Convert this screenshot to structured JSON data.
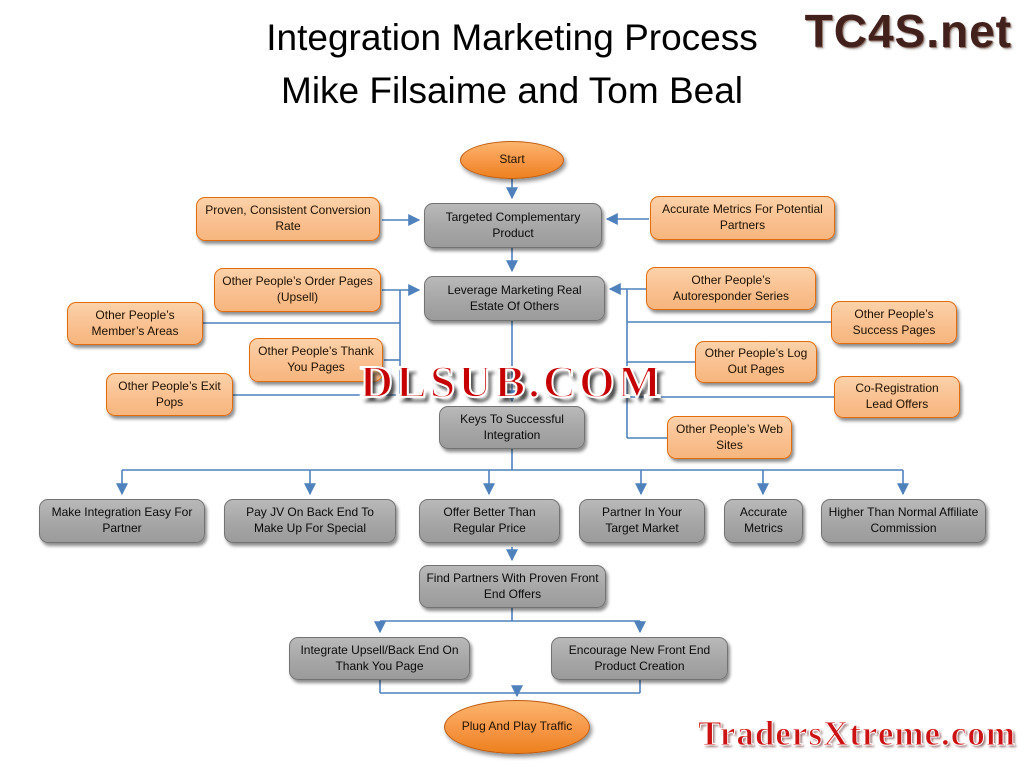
{
  "title": {
    "line1": "Integration Marketing Process",
    "line2": "Mike Filsaime and Tom Beal"
  },
  "watermarks": {
    "top_right": "TC4S.net",
    "center": "DLSUB.COM",
    "bottom_right": "TradersXtreme.com"
  },
  "colors": {
    "orange_fill": "#FAC090",
    "orange_border": "#E36C0A",
    "gray_fill": "#A6A6A6",
    "gray_border": "#737373",
    "terminal_fill": "#F79646",
    "connector": "#4F81BD",
    "watermark_red": "#C60000",
    "background": "#FFFFFF"
  },
  "nodes": {
    "start": "Start",
    "proven": "Proven, Consistent Conversion Rate",
    "targeted": "Targeted Complementary Product",
    "accurate_metrics_partners": "Accurate Metrics For Potential Partners",
    "order_pages": "Other People’s Order Pages (Upsell)",
    "leverage": "Leverage Marketing Real Estate Of Others",
    "autoresponder": "Other People’s Autoresponder Series",
    "members_areas": "Other People’s Member’s Areas",
    "success_pages": "Other People’s Success Pages",
    "thank_you_pages": "Other People’s Thank You Pages",
    "log_out_pages": "Other People’s Log Out Pages",
    "exit_pops": "Other People’s Exit Pops",
    "co_registration": "Co-Registration Lead Offers",
    "keys": "Keys To Successful Integration",
    "web_sites": "Other People’s Web Sites",
    "make_easy": "Make Integration Easy For Partner",
    "pay_jv": "Pay JV On Back End To Make Up For Special",
    "offer_better": "Offer Better Than Regular Price",
    "partner_target": "Partner In Your Target Market",
    "accurate_metrics": "Accurate Metrics",
    "higher_commission": "Higher Than Normal Affiliate Commission",
    "find_partners": "Find Partners With Proven Front End Offers",
    "integrate_upsell": "Integrate Upsell/Back End On Thank You Page",
    "encourage_new": "Encourage New Front End  Product Creation",
    "plug_play": "Plug And Play Traffic"
  }
}
